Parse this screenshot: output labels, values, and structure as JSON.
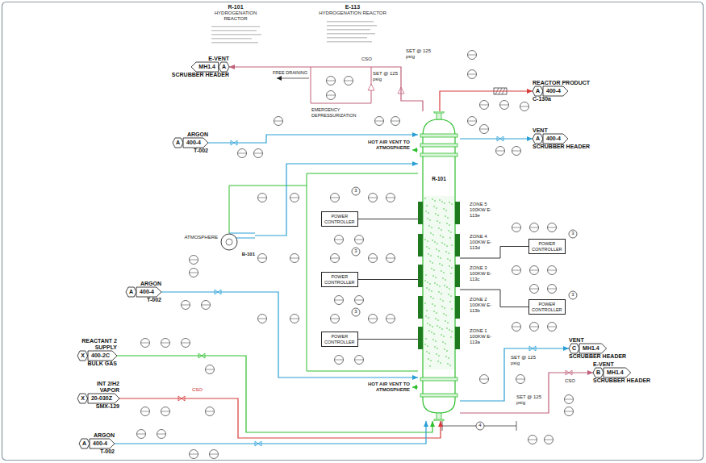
{
  "diagram": {
    "nodes": [
      {
        "text": [
          "E-VENT",
          "MH1.4",
          "A",
          "SCRUBBER HEADER"
        ]
      },
      {
        "text": [
          "REACTOR PRODUCT",
          "A",
          "400-4",
          "C-130a"
        ]
      },
      {
        "text": [
          "ARGON",
          "A",
          "400-4",
          "T-002"
        ]
      },
      {
        "text": [
          "VENT",
          "A",
          "400-4",
          "SCRUBBER HEADER"
        ]
      },
      {
        "text": [
          "R-101"
        ]
      },
      {
        "text": [
          "POWER CONTROLLER"
        ]
      },
      {
        "text": [
          "POWER CONTROLLER"
        ]
      },
      {
        "text": [
          "B-101"
        ]
      },
      {
        "text": [
          "POWER CONTROLLER"
        ]
      },
      {
        "text": [
          "ARGON",
          "A",
          "400-4",
          "T-002"
        ]
      },
      {
        "text": [
          "POWER CONTROLLER"
        ]
      },
      {
        "text": [
          "POWER CONTROLLER"
        ]
      },
      {
        "text": [
          "VENT",
          "C",
          "MH1.4",
          "SCRUBBER HEADER"
        ]
      },
      {
        "text": [
          "REACTANT 2 SUPPLY",
          "X",
          "400-2C",
          "BULK GAS"
        ]
      },
      {
        "text": [
          "E-VENT",
          "B",
          "MH1.4",
          "SCRUBBER HEADER"
        ]
      },
      {
        "text": [
          "INT 2/H2 VAPOR",
          "X",
          "20-030Z",
          "SMX-129"
        ]
      },
      {
        "text": [
          "ARGON",
          "A",
          "400-4",
          "T-002"
        ]
      }
    ],
    "edges": [
      {
        "from": 4,
        "to": 0,
        "arrow": "to"
      },
      {
        "from": 4,
        "to": 1,
        "arrow": "to"
      },
      {
        "from": 2,
        "to": 4,
        "arrow": "to"
      },
      {
        "from": 4,
        "to": 3,
        "arrow": "to"
      },
      {
        "from": 7,
        "to": 4,
        "arrow": "to"
      },
      {
        "from": 5,
        "to": 4,
        "arrow": "none"
      },
      {
        "from": 6,
        "to": 4,
        "arrow": "none"
      },
      {
        "from": 8,
        "to": 4,
        "arrow": "none"
      },
      {
        "from": 9,
        "to": 4,
        "arrow": "to"
      },
      {
        "from": 10,
        "to": 4,
        "arrow": "none"
      },
      {
        "from": 11,
        "to": 4,
        "arrow": "none"
      },
      {
        "from": 4,
        "to": 12,
        "arrow": "to"
      },
      {
        "from": 4,
        "to": 14,
        "arrow": "to"
      },
      {
        "from": 13,
        "to": 4,
        "arrow": "to"
      },
      {
        "from": 15,
        "to": 4,
        "arrow": "to"
      },
      {
        "from": 16,
        "to": 4,
        "arrow": "to"
      }
    ],
    "labels": [
      "R-101",
      "HYDROGENATION REACTOR",
      "E-113",
      "HYDROGENATION REACTOR",
      "FREE DRAINING",
      "SET @ 125 psig",
      "CSO",
      "SET @ 125 psig",
      "EMERGENCY DEPRESSURIZATION",
      "HOT AIR VENT TO ATMOSPHERE",
      "ZONE 5 100KW E-113e",
      "ZONE 4 100KW E-113d",
      "ZONE 3 100KW E-113c",
      "ZONE 2 100KW E-113b",
      "ZONE 1 100KW E-113a",
      "ATMOSPHERE",
      "HOT AIR VENT TO ATMOSPHERE",
      "SET @ 125 psig",
      "SET @ 125 psig",
      "CSO",
      "CSO",
      "3",
      "3",
      "3",
      "3",
      "3",
      "4"
    ]
  }
}
